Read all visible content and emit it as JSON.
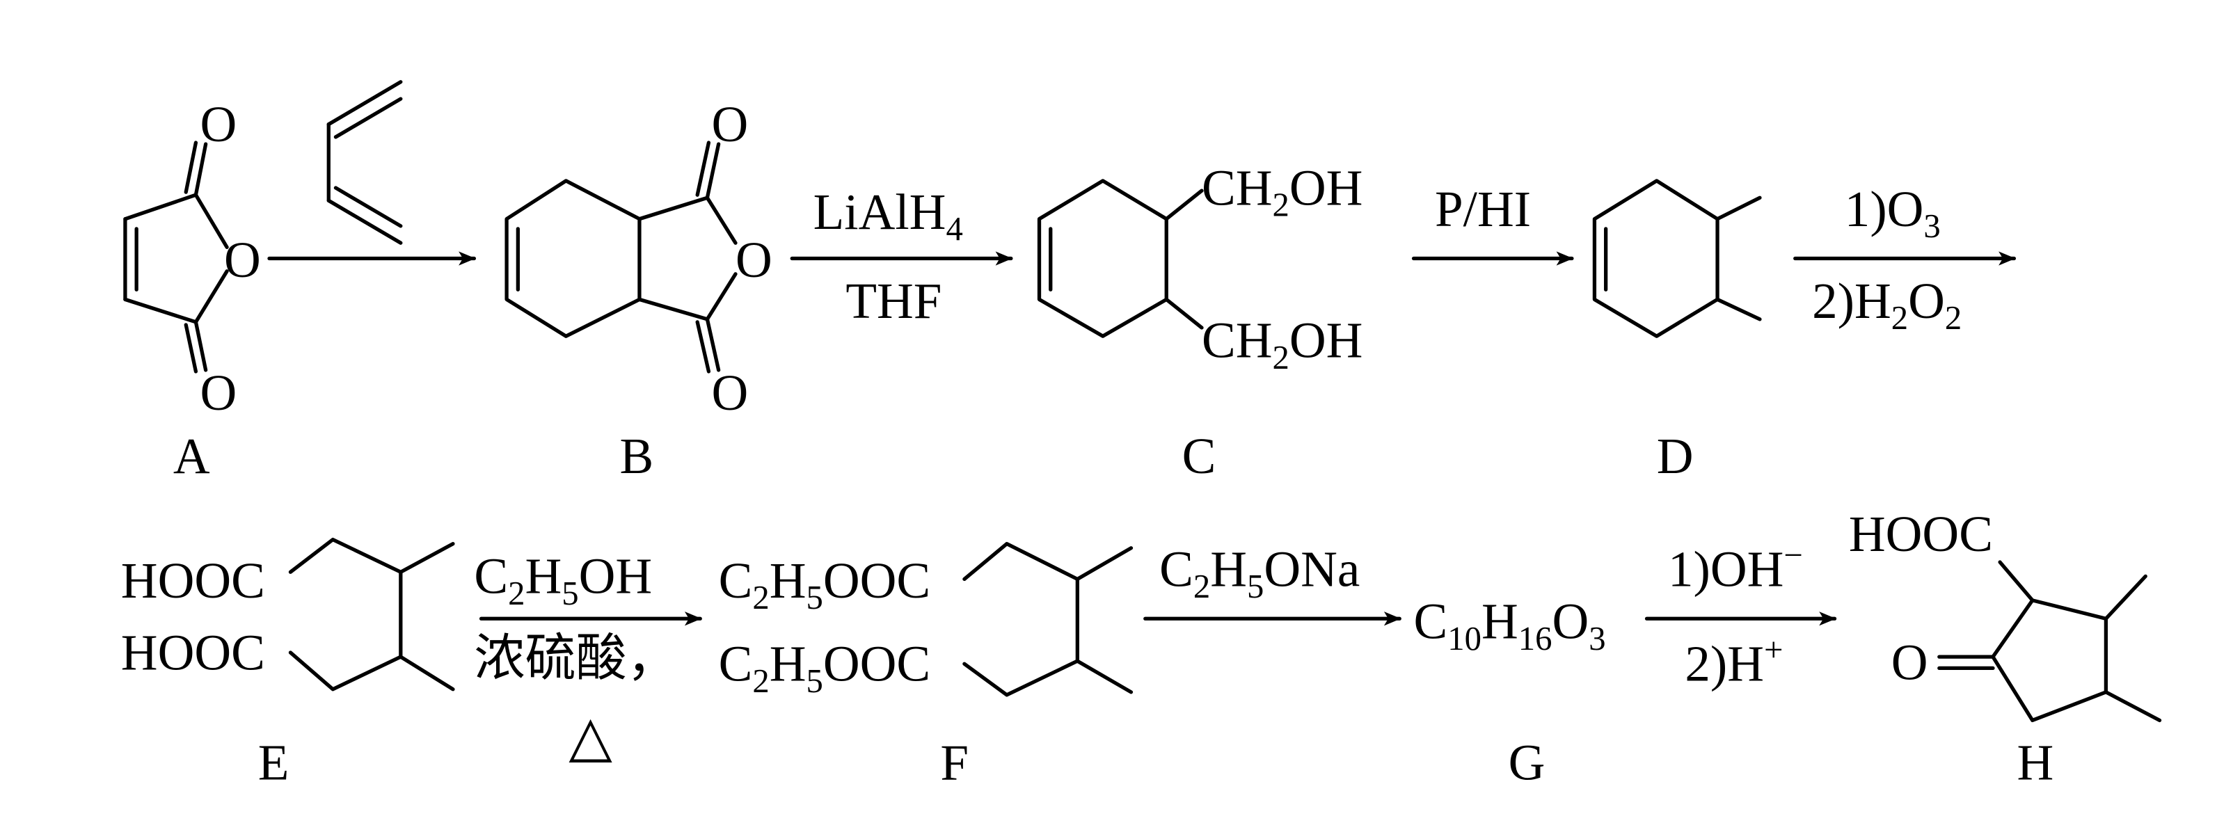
{
  "compound_labels": {
    "A": "A",
    "B": "B",
    "C": "C",
    "D": "D",
    "E": "E",
    "F": "F",
    "G": "G",
    "H": "H"
  },
  "atoms": {
    "O": "O",
    "CH": "CH",
    "two": "2",
    "OH": "OH",
    "HOOC": "HOOC",
    "C": "C",
    "H": "H",
    "five": "5",
    "OOC": "OOC"
  },
  "reagents": {
    "step2_above": {
      "main": "LiAlH",
      "sub": "4"
    },
    "step2_below": "THF",
    "step3_above": "P/HI",
    "step4_above": {
      "main": "1)O",
      "sub": "3"
    },
    "step4_below": {
      "a": "2)H",
      "sub1": "2",
      "b": "O",
      "sub2": "2"
    },
    "step5_above": {
      "a": "C",
      "sub1": "2",
      "b": "H",
      "sub2": "5",
      "c": "OH"
    },
    "step5_below": "浓硫酸，",
    "step5_heat": "△",
    "step6_above": {
      "a": "C",
      "sub1": "2",
      "b": "H",
      "sub2": "5",
      "c": "ONa"
    },
    "step7_above": {
      "main": "1)OH",
      "sup": "−"
    },
    "step7_below": {
      "main": "2)H",
      "sup": "+"
    }
  },
  "G_formula": {
    "a": "C",
    "sub1": "10",
    "b": "H",
    "sub2": "16",
    "c": "O",
    "sub3": "3"
  }
}
